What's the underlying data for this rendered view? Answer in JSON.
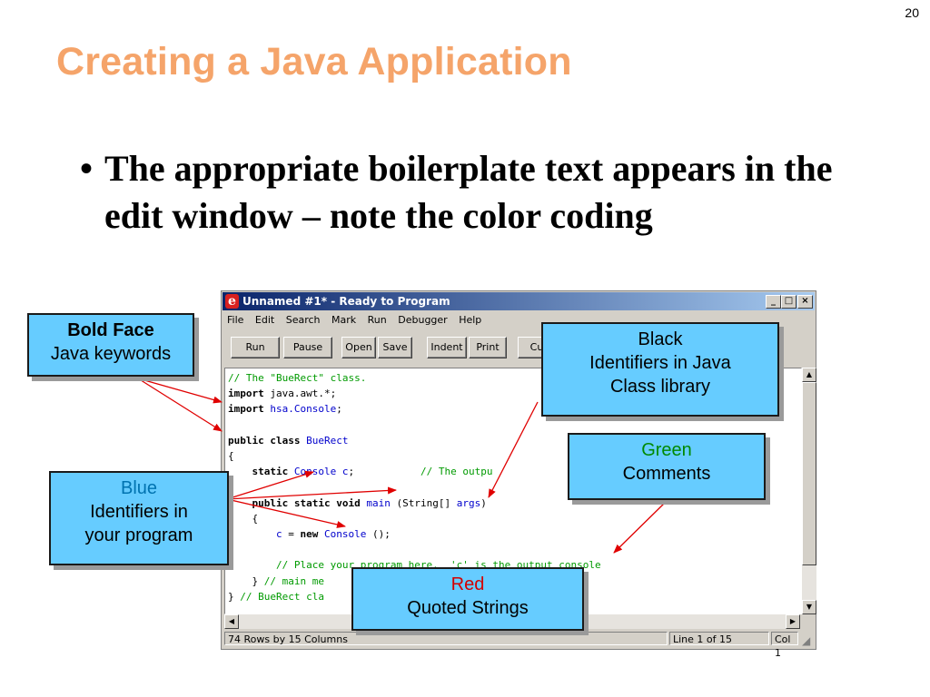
{
  "slide": {
    "number": "20",
    "title": "Creating a Java Application",
    "bullet_marker": "•",
    "bullet_text": "The appropriate boilerplate text appears in the edit window – note the color coding"
  },
  "window": {
    "title": "Unnamed #1* - Ready to Program",
    "app_icon": "e",
    "controls": {
      "minimize": "_",
      "maximize": "□",
      "close": "×"
    },
    "menu": [
      "File",
      "Edit",
      "Search",
      "Mark",
      "Run",
      "Debugger",
      "Help"
    ],
    "toolbar": [
      "Run",
      "Pause",
      "Open",
      "Save",
      "Indent",
      "Print",
      "Cu"
    ],
    "status": {
      "size": "74 Rows by 15 Columns",
      "line": "Line 1 of 15",
      "col": "Col 1"
    }
  },
  "code": {
    "l1": "// The \"BueRect\" class.",
    "l2_kw": "import",
    "l2_rest": " java.awt.*;",
    "l3_kw": "import",
    "l3_sp": " ",
    "l3_id": "hsa.Console",
    "l3_end": ";",
    "l4_kw": "public class",
    "l4_sp": " ",
    "l4_id": "BueRect",
    "l5": "{",
    "l6_ind": "    ",
    "l6_kw": "static",
    "l6_sp": " ",
    "l6_id": "Console c",
    "l6_mid": ";           ",
    "l6_cm": "// The outpu",
    "l7": "",
    "l8_ind": "    ",
    "l8_kw": "public static void",
    "l8_sp": " ",
    "l8_id": "main",
    "l8_mid": " (String[] ",
    "l8_id2": "args",
    "l8_end": ")",
    "l9": "    {",
    "l10_ind": "        ",
    "l10_id": "c",
    "l10_mid": " = ",
    "l10_kw": "new",
    "l10_sp": " ",
    "l10_id2": "Console",
    "l10_end": " ();",
    "l11": "",
    "l12_ind": "        ",
    "l12_cm": "// Place your program here.  'c' is the output console",
    "l13_pre": "    } ",
    "l13_cm": "// main me",
    "l14_pre": "} ",
    "l14_cm": "// BueRect cla"
  },
  "callouts": {
    "bold": {
      "line1": "Bold Face",
      "line2": "Java keywords"
    },
    "blue": {
      "line1": "Blue",
      "line2": "Identifiers in",
      "line3": "your program"
    },
    "black": {
      "line1": "Black",
      "line2": "Identifiers in Java",
      "line3": "Class library"
    },
    "green": {
      "line1": "Green",
      "line2": "Comments"
    },
    "red": {
      "line1": "Red",
      "line2": "Quoted Strings"
    }
  },
  "colors": {
    "title": "#f5a46a",
    "callout_fill": "#66ccff",
    "arrow": "#e00000",
    "keyword": "#000000",
    "identifier_program": "#0000cc",
    "comment": "#009a00",
    "string": "#cc0000"
  }
}
